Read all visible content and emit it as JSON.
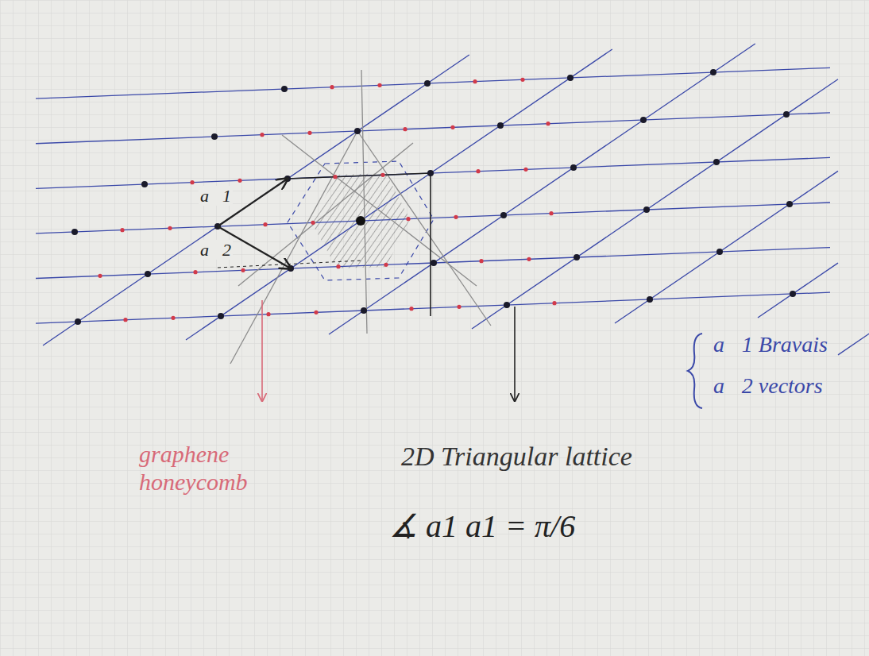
{
  "diagram": {
    "labels": [
      "a⃗1",
      "a⃗2",
      "graphene honeycomb",
      "2D Triangular lattice",
      "∡ a1 a1 = π/6",
      "a⃗1 Bravais",
      "a⃗2 vectors"
    ]
  }
}
